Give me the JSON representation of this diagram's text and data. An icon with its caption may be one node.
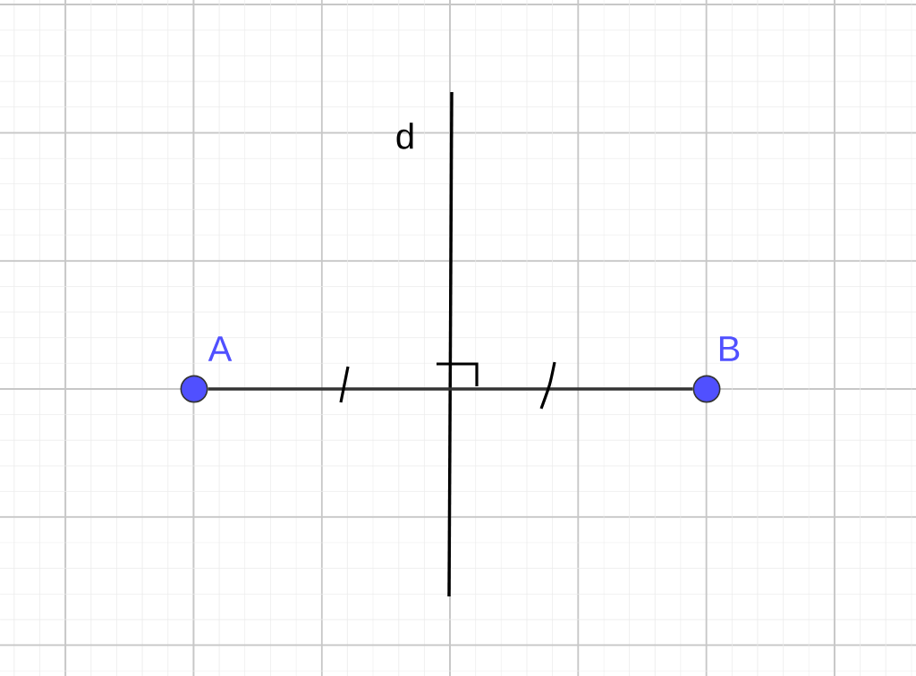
{
  "diagram": {
    "nodes": [
      {
        "text": [
          "A"
        ]
      },
      {
        "text": [
          "B"
        ]
      }
    ],
    "edges": [
      {
        "from": 0,
        "to": 1,
        "arrow": "none"
      }
    ],
    "labels": [
      "d"
    ]
  }
}
